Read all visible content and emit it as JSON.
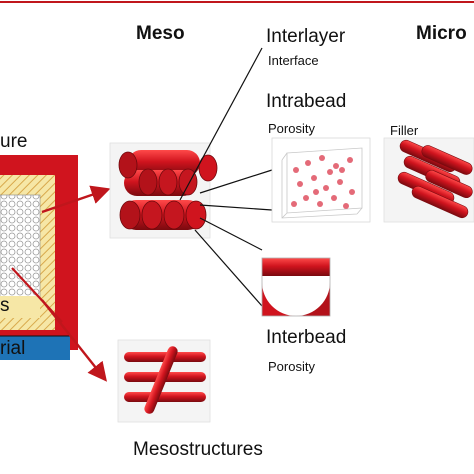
{
  "headers": {
    "meso": "Meso",
    "micro": "Micro"
  },
  "labels": {
    "interlayer": "Interlayer",
    "interface": "Interface",
    "intrabead": "Intrabead",
    "porosity_intra": "Porosity",
    "filler": "Filler",
    "interbead": "Interbead",
    "porosity_inter": "Porosity",
    "mesostructures": "Mesostructures",
    "left_ure": "ure",
    "left_s": "s",
    "left_rial": "rial"
  },
  "colors": {
    "frame": "#c0161c",
    "red": "#d0141e",
    "red_dark": "#8e0c12",
    "yellow": "#f6e7a6",
    "blue": "#1e73b6",
    "pore": "#e46a78"
  }
}
